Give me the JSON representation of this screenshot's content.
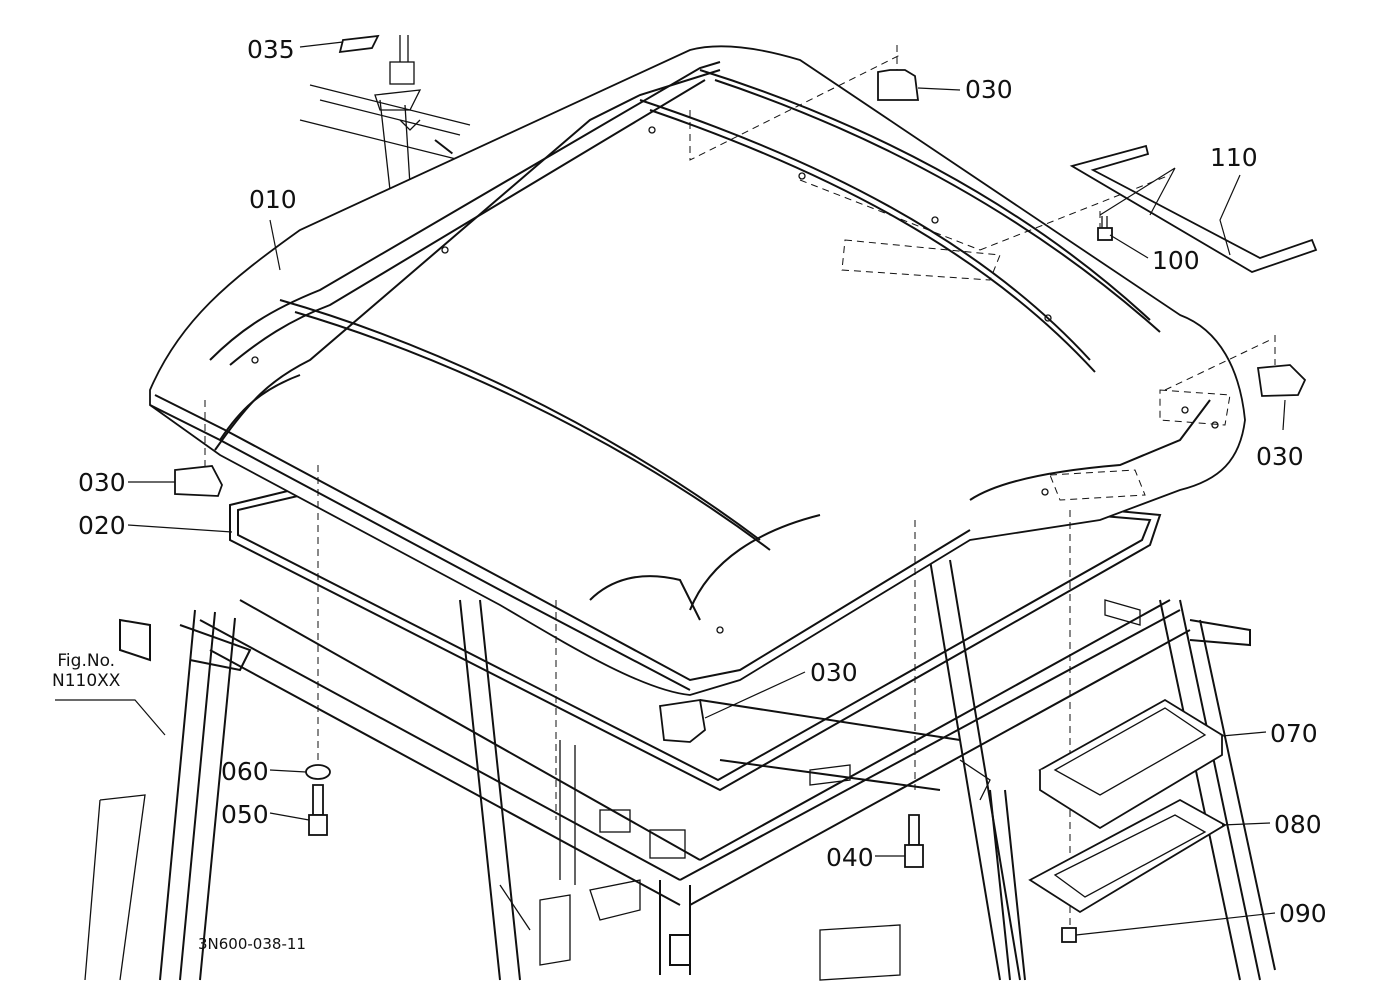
{
  "callouts": {
    "c035": "035",
    "c030_top": "030",
    "c110": "110",
    "c010": "010",
    "c100": "100",
    "c030_right": "030",
    "c030_left": "030",
    "c020": "020",
    "c030_mid": "030",
    "c070": "070",
    "c060": "060",
    "c050": "050",
    "c080": "080",
    "c040": "040",
    "c090": "090"
  },
  "figure_reference": {
    "line1": "Fig.No.",
    "line2": "N110XX"
  },
  "drawing_number": "3N600-038-11"
}
